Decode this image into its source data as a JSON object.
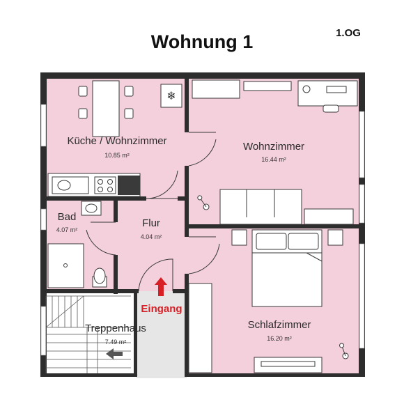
{
  "title": "Wohnung 1",
  "floor": "1.OG",
  "entrance_label": "Eingang",
  "colors": {
    "room_fill": "#f4cfdc",
    "stair_fill": "#ffffff",
    "corridor_fill": "#e6e6e6",
    "wall": "#2d2d2d",
    "entrance": "#d81f26"
  },
  "rooms": {
    "kitchen": {
      "name": "Küche / Wohnzimmer",
      "area": "10.85 m²"
    },
    "living": {
      "name": "Wohnzimmer",
      "area": "16.44 m²"
    },
    "bath": {
      "name": "Bad",
      "area": "4.07 m²"
    },
    "hall": {
      "name": "Flur",
      "area": "4.04 m²"
    },
    "stairs": {
      "name": "Treppenhaus",
      "area": "7.49 m²"
    },
    "bedroom": {
      "name": "Schlafzimmer",
      "area": "16.20 m²"
    }
  }
}
